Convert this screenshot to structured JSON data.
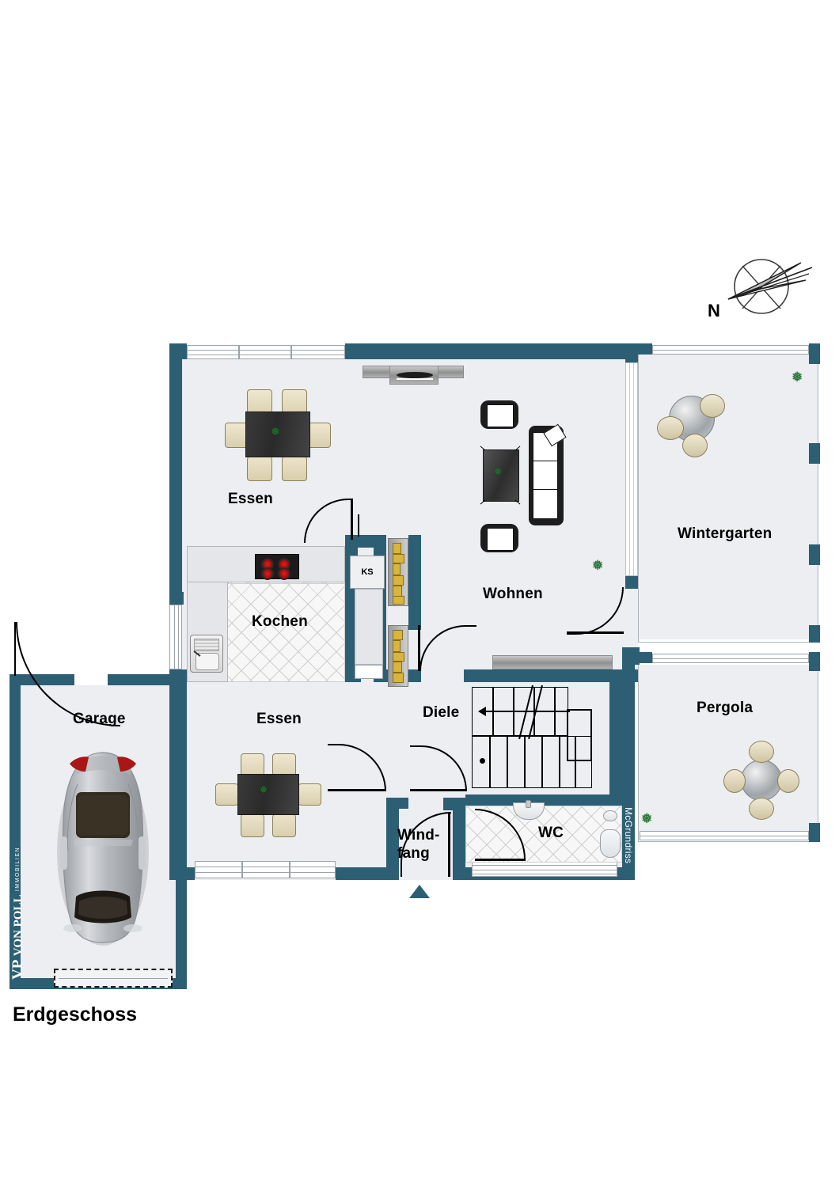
{
  "plan": {
    "caption": "Erdgeschoss",
    "compass_label": "N",
    "watermark_side": "McGrundriss",
    "brand": {
      "line1": "VP",
      "line2": "VON POLL",
      "line3": "IMMOBILIEN"
    },
    "colors": {
      "wall": "#2c5f73",
      "room_fill": "#eceef2",
      "outline": "#000000",
      "tile": "#f7f7f7",
      "background": "#ffffff"
    }
  },
  "rooms": [
    {
      "key": "essen_oben",
      "label": "Essen"
    },
    {
      "key": "wohnen",
      "label": "Wohnen"
    },
    {
      "key": "wintergarten",
      "label": "Wintergarten"
    },
    {
      "key": "kochen",
      "label": "Kochen"
    },
    {
      "key": "essen_unten",
      "label": "Essen"
    },
    {
      "key": "diele",
      "label": "Diele"
    },
    {
      "key": "pergola",
      "label": "Pergola"
    },
    {
      "key": "garage",
      "label": "Garage"
    },
    {
      "key": "wc",
      "label": "WC"
    },
    {
      "key": "windfang",
      "label": "Wind-\nfang"
    }
  ],
  "fixtures": {
    "fridge_label": "KS"
  },
  "icons": {
    "compass": "compass-rose-icon",
    "entrance_arrow": "entrance-arrow-icon",
    "plant": "plant-icon",
    "car": "car-icon",
    "stove": "stove-icon",
    "sink": "sink-icon",
    "toilet": "toilet-icon",
    "stairs": "stairs-icon"
  }
}
